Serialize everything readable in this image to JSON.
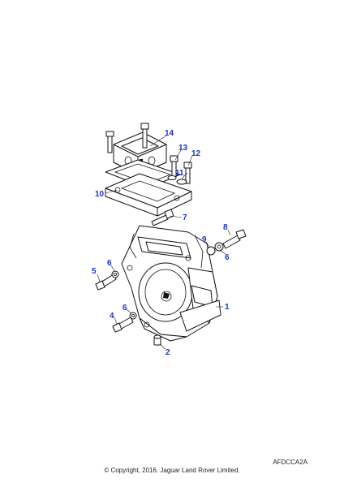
{
  "diagram": {
    "callout_color": "#1a33cc",
    "callouts": [
      {
        "id": "c14",
        "label": "14"
      },
      {
        "id": "c13",
        "label": "13"
      },
      {
        "id": "c12",
        "label": "12"
      },
      {
        "id": "c11",
        "label": "11"
      },
      {
        "id": "c10",
        "label": "10"
      },
      {
        "id": "c7",
        "label": "7"
      },
      {
        "id": "c8",
        "label": "8"
      },
      {
        "id": "c9",
        "label": "9"
      },
      {
        "id": "c6a",
        "label": "6"
      },
      {
        "id": "c6b",
        "label": "6"
      },
      {
        "id": "c6c",
        "label": "6"
      },
      {
        "id": "c5",
        "label": "5"
      },
      {
        "id": "c1",
        "label": "1"
      },
      {
        "id": "c4",
        "label": "4"
      },
      {
        "id": "c2",
        "label": "2"
      }
    ]
  },
  "footer": {
    "reference_code": "AFDCCA2A",
    "copyright": "© Copyright, 2016. Jaguar Land Rover Limited."
  }
}
